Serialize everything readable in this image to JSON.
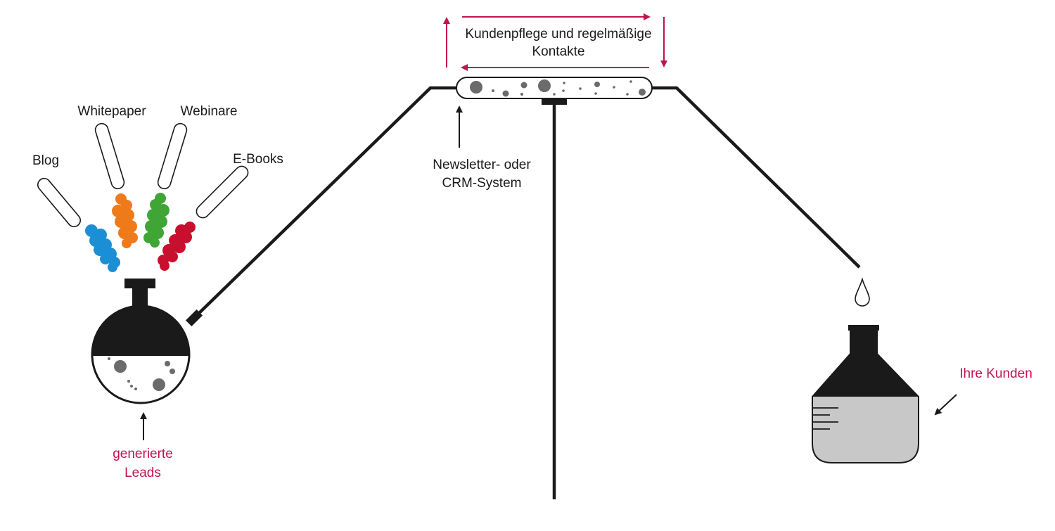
{
  "colors": {
    "line": "#1a1a1a",
    "accent": "#c0144f",
    "blog": "#1a8fd6",
    "whitepaper": "#ef7a1a",
    "webinare": "#3fa535",
    "ebooks": "#c8102e",
    "bubble": "#6b6b6b",
    "liquid": "#c8c8c8"
  },
  "sources": {
    "blog": "Blog",
    "whitepaper": "Whitepaper",
    "webinare": "Webinare",
    "ebooks": "E-Books"
  },
  "labels": {
    "leads": [
      "generierte",
      "Leads"
    ],
    "crm": [
      "Newsletter- oder",
      "CRM-System"
    ],
    "care": [
      "Kundenpflege und regelmäßige",
      "Kontakte"
    ],
    "customers": "Ihre Kunden"
  }
}
